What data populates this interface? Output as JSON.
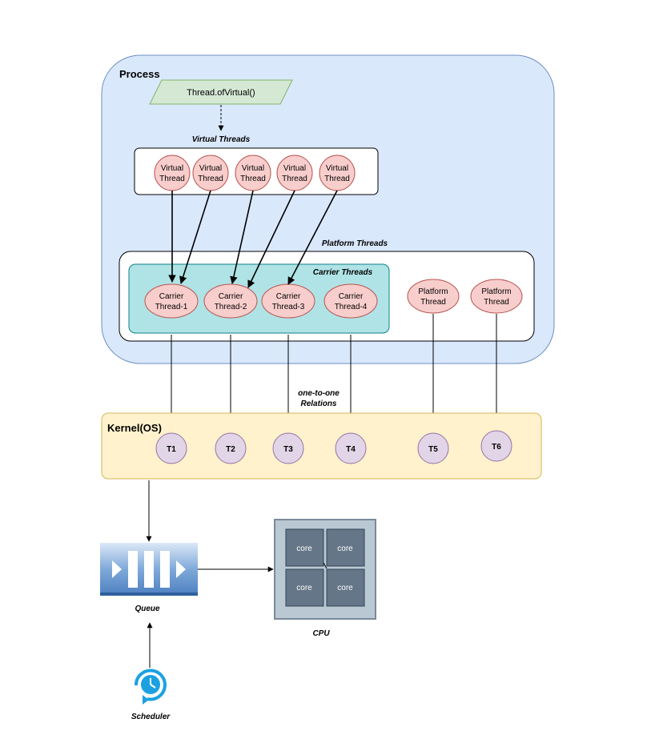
{
  "process": {
    "title": "Process"
  },
  "factory": {
    "label": "Thread.ofVirtual()"
  },
  "virtual_threads": {
    "title": "Virtual Threads",
    "items": [
      {
        "line1": "Virtual",
        "line2": "Thread"
      },
      {
        "line1": "Virtual",
        "line2": "Thread"
      },
      {
        "line1": "Virtual",
        "line2": "Thread"
      },
      {
        "line1": "Virtual",
        "line2": "Thread"
      },
      {
        "line1": "Virtual",
        "line2": "Thread"
      }
    ]
  },
  "platform_threads": {
    "title": "Platform Threads",
    "items": [
      {
        "line1": "Platform",
        "line2": "Thread"
      },
      {
        "line1": "Platform",
        "line2": "Thread"
      }
    ]
  },
  "carrier_threads": {
    "title": "Carrier Threads",
    "items": [
      {
        "line1": "Carrier",
        "line2": "Thread-1"
      },
      {
        "line1": "Carrier",
        "line2": "Thread-2"
      },
      {
        "line1": "Carrier",
        "line2": "Thread-3"
      },
      {
        "line1": "Carrier",
        "line2": "Thread-4"
      }
    ]
  },
  "relation_note": {
    "line1": "one-to-one",
    "line2": "Relations"
  },
  "kernel": {
    "title": "Kernel(OS)",
    "threads": [
      "T1",
      "T2",
      "T3",
      "T4",
      "T5",
      "T6"
    ]
  },
  "queue": {
    "label": "Queue"
  },
  "cpu": {
    "label": "CPU",
    "cores": [
      "core",
      "core",
      "core",
      "core"
    ]
  },
  "scheduler": {
    "label": "Scheduler"
  },
  "colors": {
    "process_fill": "#dae8fc",
    "process_stroke": "#6c8ebf",
    "carrier_fill": "#b0e3e6",
    "carrier_stroke": "#0e8088",
    "thread_fill": "#f8cecc",
    "thread_stroke": "#b85450",
    "kernel_fill": "#fff2cc",
    "kernel_stroke": "#d6b656",
    "os_thread_fill": "#e1d5e7",
    "os_thread_stroke": "#9673a6",
    "factory_fill": "#d5e8d4",
    "factory_stroke": "#82b366",
    "cpu_fill": "#bac8d3",
    "core_fill": "#647687",
    "scheduler": "#1ba1e2"
  }
}
